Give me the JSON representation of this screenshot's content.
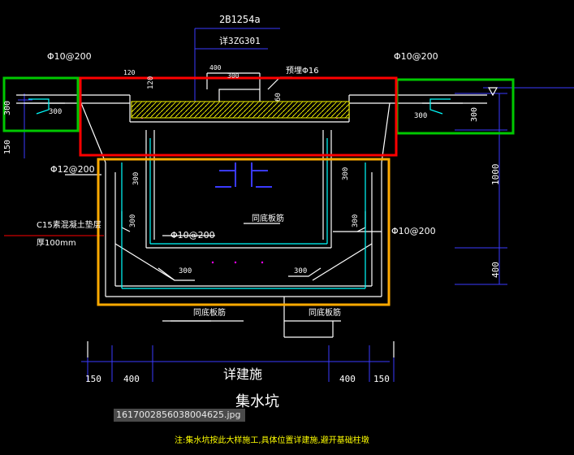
{
  "labels": {
    "top_ref": "2B1254a",
    "top_ref2": "详3ZG301",
    "bar_tl": "Φ10@200",
    "bar_tr": "Φ10@200",
    "dim_120a": "120",
    "dim_120b": "120",
    "dim_400": "400",
    "dim_300_top": "300",
    "rebar_top": "预埋Φ16",
    "dim_60": "60",
    "dim_300_left_vert": "300",
    "dim_300_left_hook": "300",
    "dim_300_right_hook": "300",
    "dim_300_right_vert": "300",
    "dim_150_left": "150",
    "bar_left_wall": "Φ12@200",
    "dim_300_wall_l": "300",
    "dim_300_wall_r": "300",
    "dim_1000": "1000",
    "dim_300_inner_l": "300",
    "dim_300_inner_r": "300",
    "dim_400_right": "400",
    "c15": "C15素混凝土垫层",
    "thick": "厚100mm",
    "bar_mid": "Φ10@200",
    "same_bottom_mid": "同底板筋",
    "bar_right": "Φ10@200",
    "dim_300_bot_l": "300",
    "dim_300_bot_r": "300",
    "same_bottom_l": "同底板筋",
    "same_bottom_r": "同底板筋",
    "bot_150_l": "150",
    "bot_400_l": "400",
    "bot_400_r": "400",
    "bot_150_r": "150",
    "see_arch": "详建施",
    "title": "集水坑",
    "note": "注:集水坑按此大样施工,具体位置详建施,避开基础柱墩",
    "filename": "1617002856038004625.jpg"
  },
  "colors": {
    "background": "#000000",
    "line_white": "#ffffff",
    "line_cyan": "#00ffff",
    "line_yellow": "#ffff00",
    "line_green": "#00ff00",
    "line_red": "#ff0000",
    "line_blue": "#3a3aff",
    "line_magenta": "#ff00ff",
    "box_green": "#00c800",
    "box_red": "#ff0000",
    "box_orange": "#ffaa00"
  }
}
